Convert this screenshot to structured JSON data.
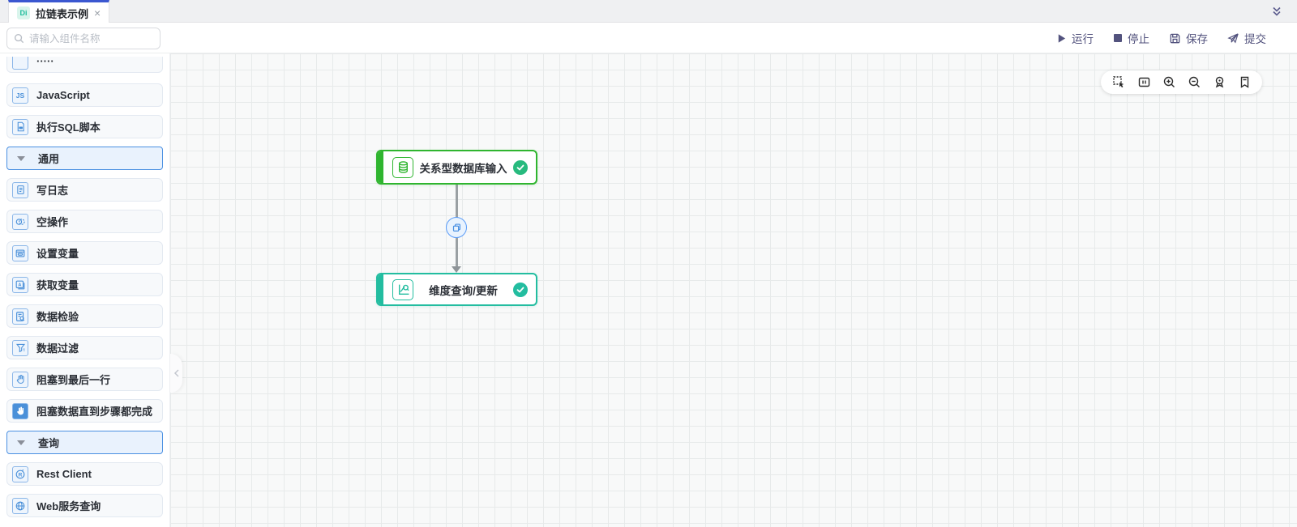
{
  "tab_bar": {
    "tab": {
      "badge": "Di",
      "label": "拉链表示例",
      "close": "×"
    }
  },
  "header": {
    "search_placeholder": "请输入组件名称",
    "actions": {
      "run": "运行",
      "stop": "停止",
      "save": "保存",
      "submit": "提交"
    }
  },
  "sidebar": {
    "items": [
      {
        "label": "·····",
        "icon": "clipped-item-icon"
      },
      {
        "label": "JavaScript",
        "icon": "js-icon"
      },
      {
        "label": "执行SQL脚本",
        "icon": "sql-file-icon"
      },
      {
        "label": "通用",
        "type": "section-header"
      },
      {
        "label": "写日志",
        "icon": "write-log-icon"
      },
      {
        "label": "空操作",
        "icon": "noop-icon"
      },
      {
        "label": "设置变量",
        "icon": "set-variable-icon"
      },
      {
        "label": "获取变量",
        "icon": "get-variable-icon"
      },
      {
        "label": "数据检验",
        "icon": "data-validate-icon"
      },
      {
        "label": "数据过滤",
        "icon": "data-filter-icon"
      },
      {
        "label": "阻塞到最后一行",
        "icon": "block-last-row-icon"
      },
      {
        "label": "阻塞数据直到步骤都完成",
        "icon": "block-until-done-icon"
      },
      {
        "label": "查询",
        "type": "section-header"
      },
      {
        "label": "Rest Client",
        "icon": "rest-client-icon"
      },
      {
        "label": "Web服务查询",
        "icon": "web-service-icon"
      }
    ]
  },
  "canvas": {
    "tools": [
      "marquee-select",
      "fit-view",
      "zoom-in",
      "zoom-out",
      "zoom-locate",
      "bookmark"
    ],
    "nodes": [
      {
        "label": "关系型数据库输入",
        "icon": "database-icon",
        "status": "success",
        "color": "#2fb52f"
      },
      {
        "label": "维度查询/更新",
        "icon": "dimension-lookup-icon",
        "status": "success",
        "color": "#23bda0"
      }
    ],
    "edge": {
      "type": "copy-distribute"
    }
  },
  "colors": {
    "tab_accent": "#3b57d0",
    "icon_blue": "#4a90d9",
    "section_border": "#4a90e2",
    "node_green": "#2fb52f",
    "node_teal": "#23bda0",
    "check_green": "#27ba7e",
    "toolbar_text": "#53537e",
    "canvas_grid": "#e7eaea"
  }
}
